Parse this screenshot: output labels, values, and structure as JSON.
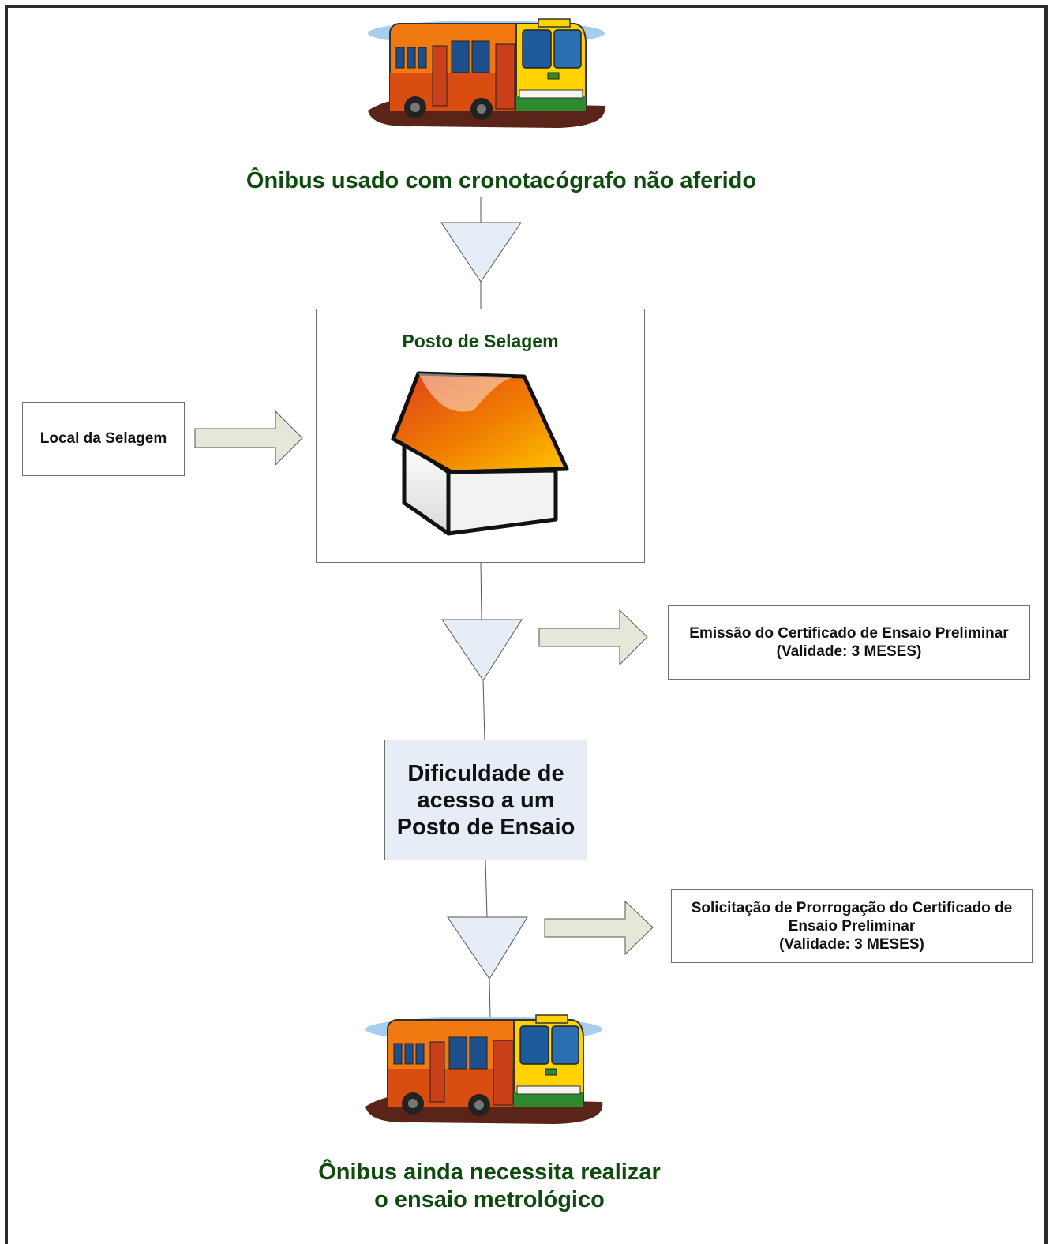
{
  "diagram": {
    "top_title": "Ônibus usado com cronotacógrafo não aferido",
    "posto_selagem": "Posto de Selagem",
    "local_selagem": "Local da Selagem",
    "emissao": "Emissão do Certificado de Ensaio Preliminar\n(Validade: 3 MESES)",
    "dificuldade": "Dificuldade de\nacesso a um\nPosto de Ensaio",
    "solicitacao": "Solicitação de Prorrogação do Certificado de\nEnsaio Preliminar\n(Validade: 3 MESES)",
    "bottom_title": "Ônibus ainda necessita realizar\no ensaio metrológico"
  },
  "icons": {
    "top_image": "bus-icon",
    "bottom_image": "bus-icon",
    "house_image": "house-icon",
    "flow_marker": "triangle-down-icon",
    "side_arrow": "arrow-right-icon"
  },
  "colors": {
    "title_green": "#0f4a0f",
    "triangle_fill": "#e6edf7",
    "arrow_fill": "#e3e8d9",
    "highlight_box": "#e6edf7",
    "roof_orange": "#f07a00"
  }
}
